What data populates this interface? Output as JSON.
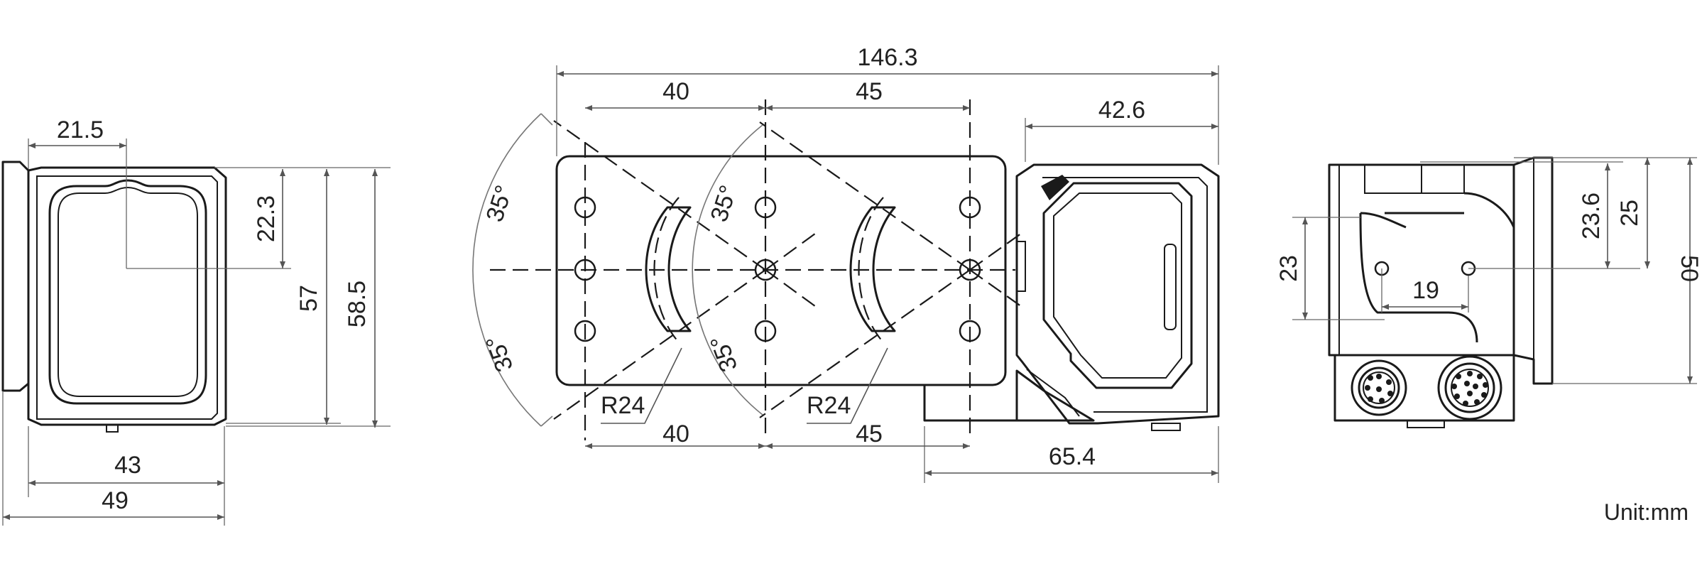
{
  "colors": {
    "line": "#1a1a1a",
    "dimension": "#555555",
    "background": "#ffffff"
  },
  "unit_label": "Unit:mm",
  "side_view": {
    "width_inner": "43",
    "width_outer": "49",
    "offset_x": "21.5",
    "offset_y": "22.3",
    "height_inner": "57",
    "height_outer": "58.5"
  },
  "top_view": {
    "overall_length": "146.3",
    "hole_pitch_top_1": "40",
    "hole_pitch_top_2": "45",
    "hole_pitch_bottom_1": "40",
    "hole_pitch_bottom_2": "45",
    "head_length": "42.6",
    "rear_length": "65.4",
    "angle_upper_left": "35°",
    "angle_lower_left": "35°",
    "angle_upper_mid": "35°",
    "angle_lower_mid": "35°",
    "radius_1": "R24",
    "radius_2": "R24"
  },
  "rear_view": {
    "screw_height_left": "23",
    "screw_top": "23.6",
    "mount_top": "25",
    "overall_height": "50",
    "screw_spacing": "19"
  }
}
